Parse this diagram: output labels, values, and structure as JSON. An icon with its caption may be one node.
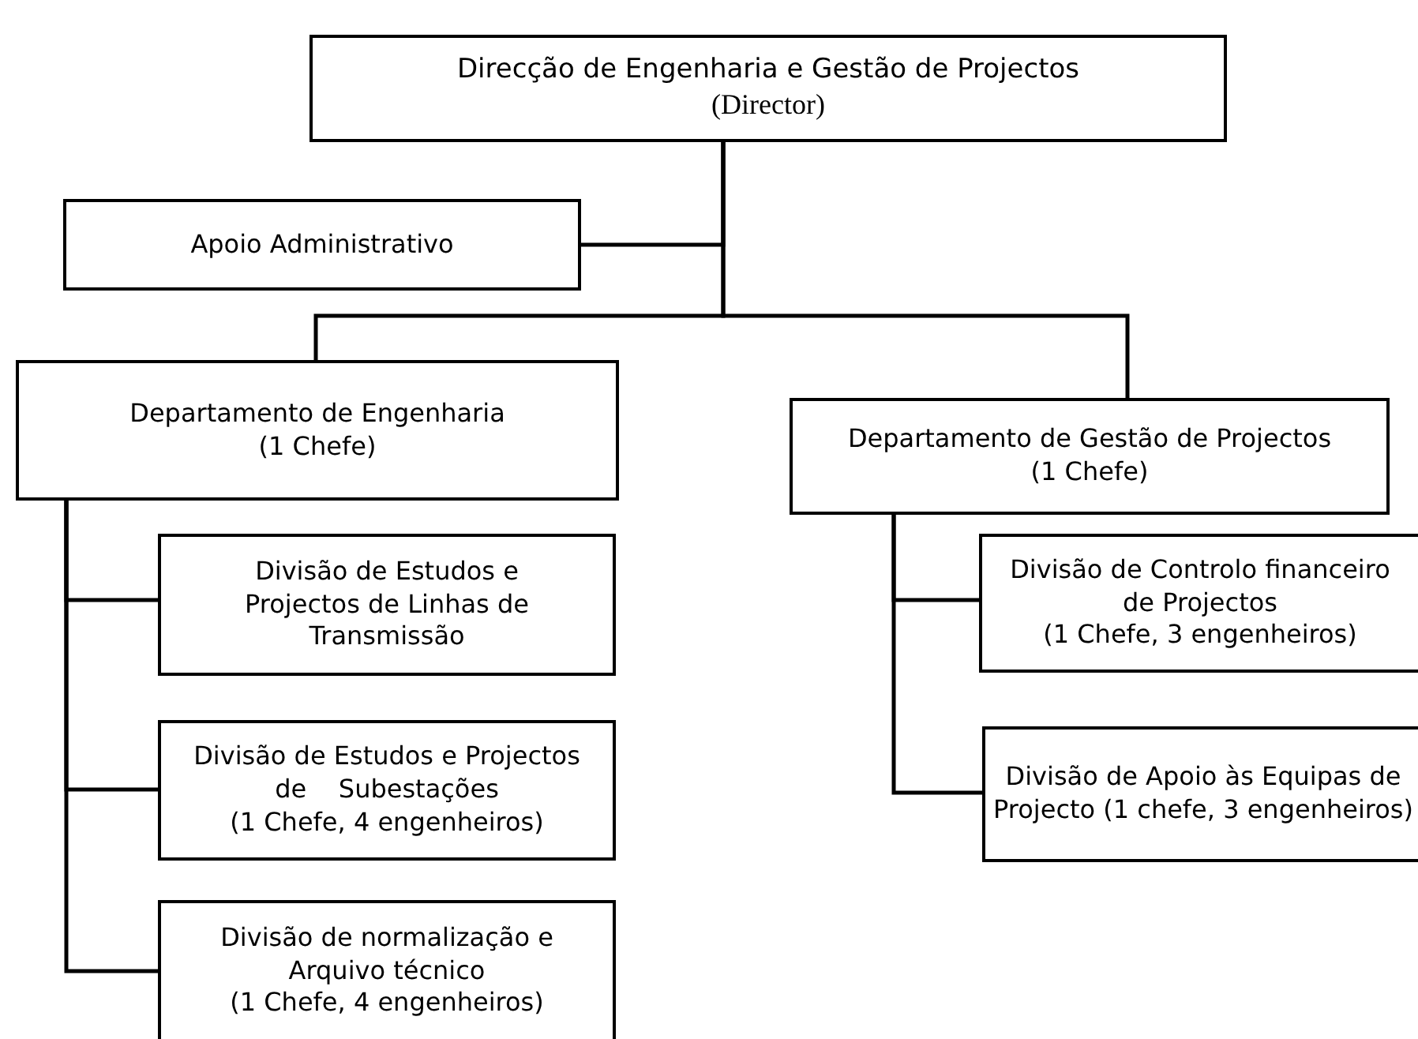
{
  "diagram": {
    "nodes": [
      {
        "text": [
          "Direcção de Engenharia e Gestão de Projectos",
          "(Director)"
        ]
      },
      {
        "text": [
          "Apoio Administrativo"
        ]
      },
      {
        "text": [
          "Departamento de Engenharia",
          "(1 Chefe)"
        ]
      },
      {
        "text": [
          "Departamento de Gestão de Projectos",
          "(1 Chefe)"
        ]
      },
      {
        "text": [
          "Divisão de Estudos e Projectos de Linhas de Transmissão"
        ]
      },
      {
        "text": [
          "Divisão de Estudos e Projectos de    Subestações",
          "(1 Chefe, 4 engenheiros)"
        ]
      },
      {
        "text": [
          "Divisão de normalização e Arquivo técnico",
          "(1 Chefe, 4 engenheiros)"
        ]
      },
      {
        "text": [
          "Divisão de Controlo financeiro de Projectos",
          "(1 Chefe, 3 engenheiros)"
        ]
      },
      {
        "text": [
          "Divisão de Apoio às Equipas de Projecto (1 chefe, 3 engenheiros)"
        ]
      }
    ],
    "edges": [
      {
        "from": 0,
        "to": 1,
        "arrow": "none"
      },
      {
        "from": 0,
        "to": 2,
        "arrow": "none"
      },
      {
        "from": 0,
        "to": 3,
        "arrow": "none"
      },
      {
        "from": 2,
        "to": 4,
        "arrow": "none"
      },
      {
        "from": 2,
        "to": 5,
        "arrow": "none"
      },
      {
        "from": 2,
        "to": 6,
        "arrow": "none"
      },
      {
        "from": 3,
        "to": 7,
        "arrow": "none"
      },
      {
        "from": 3,
        "to": 8,
        "arrow": "none"
      }
    ]
  }
}
